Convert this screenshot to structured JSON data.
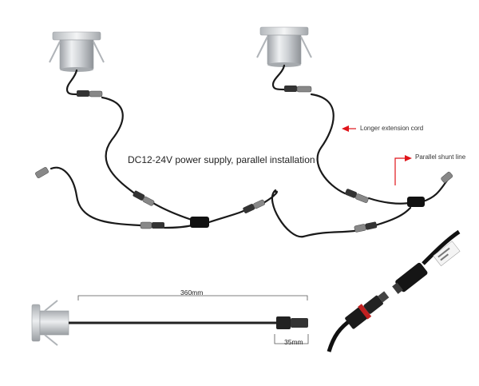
{
  "title": "DC12-24V power supply, parallel installation",
  "annotations": {
    "longer_extension_cord": "Longer extension cord",
    "parallel_shunt_line": "Parallel shunt line"
  },
  "dimensions": {
    "cable_length": "360mm",
    "connector_length": "35mm"
  },
  "colors": {
    "cable": "#1a1a1a",
    "arrow": "#e0141a",
    "housing": "#c9ccd0",
    "dimension_line": "#555555"
  },
  "icons": [
    "downlight-icon",
    "connector-icon",
    "splitter-icon",
    "waterproof-plug-icon"
  ]
}
